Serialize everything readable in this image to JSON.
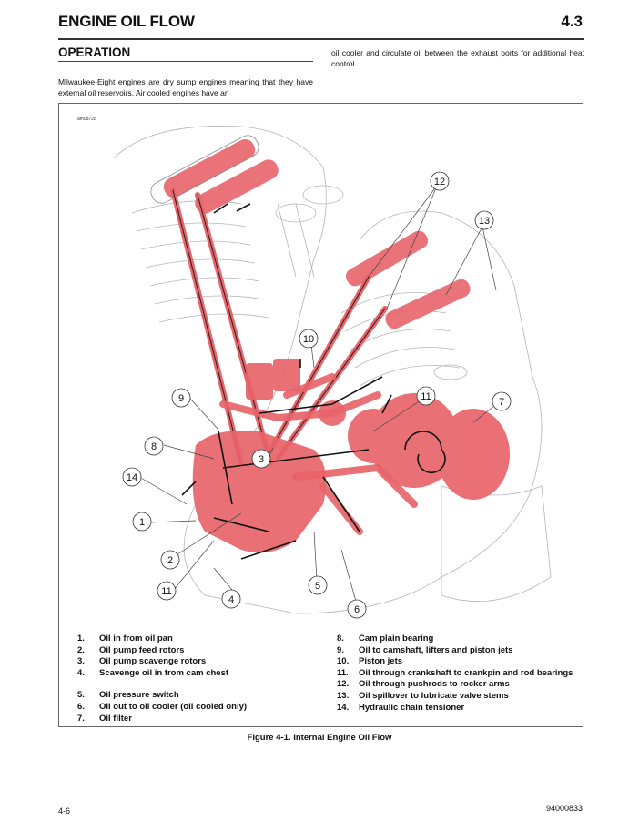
{
  "header": {
    "title": "ENGINE OIL FLOW",
    "section_number": "4.3"
  },
  "section": {
    "heading": "OPERATION",
    "paragraph_left": "Milwaukee-Eight engines are dry sump engines meaning that they have external oil reservoirs. Air cooled engines have an",
    "paragraph_right": "oil cooler and circulate oil between the exhaust ports for additional heat control."
  },
  "figure": {
    "id_label": "am08728",
    "caption": "Figure 4-1. Internal Engine Oil Flow",
    "colors": {
      "oil_highlight": "#e8646a",
      "line_art": "#9a9a9a",
      "flow_arrow": "#111111"
    },
    "callouts": [
      "1",
      "2",
      "3",
      "4",
      "5",
      "6",
      "7",
      "8",
      "9",
      "10",
      "11",
      "11",
      "12",
      "13",
      "14"
    ],
    "legend_left": [
      {
        "num": "1.",
        "text": "Oil in from oil pan"
      },
      {
        "num": "2.",
        "text": "Oil pump feed rotors"
      },
      {
        "num": "3.",
        "text": "Oil pump scavenge rotors"
      },
      {
        "num": "4.",
        "text": "Scavenge oil in from cam chest"
      },
      {
        "num": "5.",
        "text": "Oil pressure switch"
      },
      {
        "num": "6.",
        "text": "Oil out to oil cooler (oil cooled only)"
      },
      {
        "num": "7.",
        "text": "Oil filter"
      }
    ],
    "legend_right": [
      {
        "num": "8.",
        "text": "Cam plain bearing"
      },
      {
        "num": "9.",
        "text": "Oil to camshaft, lifters and piston jets"
      },
      {
        "num": "10.",
        "text": "Piston jets"
      },
      {
        "num": "11.",
        "text": "Oil through crankshaft to crankpin and rod bearings"
      },
      {
        "num": "12.",
        "text": "Oil through pushrods to rocker arms"
      },
      {
        "num": "13.",
        "text": "Oil spillover to lubricate valve stems"
      },
      {
        "num": "14.",
        "text": "Hydraulic chain tensioner"
      }
    ]
  },
  "footer": {
    "page_number": "4-6",
    "doc_number": "94000833"
  }
}
